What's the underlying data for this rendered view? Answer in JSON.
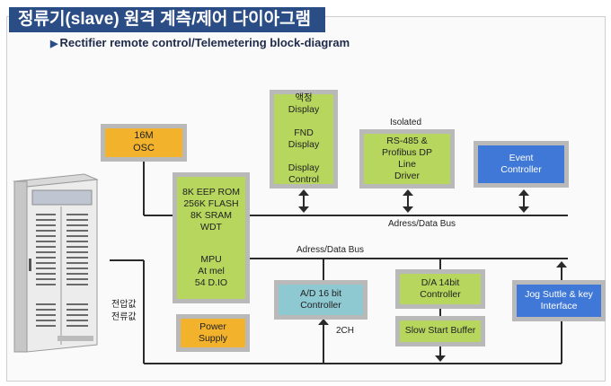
{
  "title": "정류기(slave) 원격 계측/제어 다이아그램",
  "subtitle": "Rectifier remote control/Telemetering block-diagram",
  "blocks": {
    "osc": "16M\nOSC",
    "mpu_mem": "8K EEP ROM\n256K FLASH\n8K SRAM\nWDT",
    "mpu_core": "MPU\nAt mel\n54 D.IO",
    "power_supply": "Power\nSupply",
    "display": "액정\nDisplay\n\nFND\nDisplay\n\nDisplay\nControl",
    "rs485": "RS-485 &\nProfibus DP\nLine\nDriver",
    "event": "Event\nController",
    "ad": "A/D 16 bit\nController",
    "da": "D/A 14bit\nController",
    "slow_start": "Slow Start Buffer",
    "jog": "Jog Suttle & key\nInterface"
  },
  "labels": {
    "isolated": "Isolated",
    "bus_upper": "Adress/Data Bus",
    "bus_lower": "Adress/Data Bus",
    "two_ch": "2CH",
    "voltage": "전압값",
    "current": "전류값"
  },
  "colors": {
    "title_bg": "#2b4d86",
    "green": "#b6d65e",
    "orange": "#f3b22b",
    "teal": "#8ec9d2",
    "blue": "#3f78d6"
  }
}
